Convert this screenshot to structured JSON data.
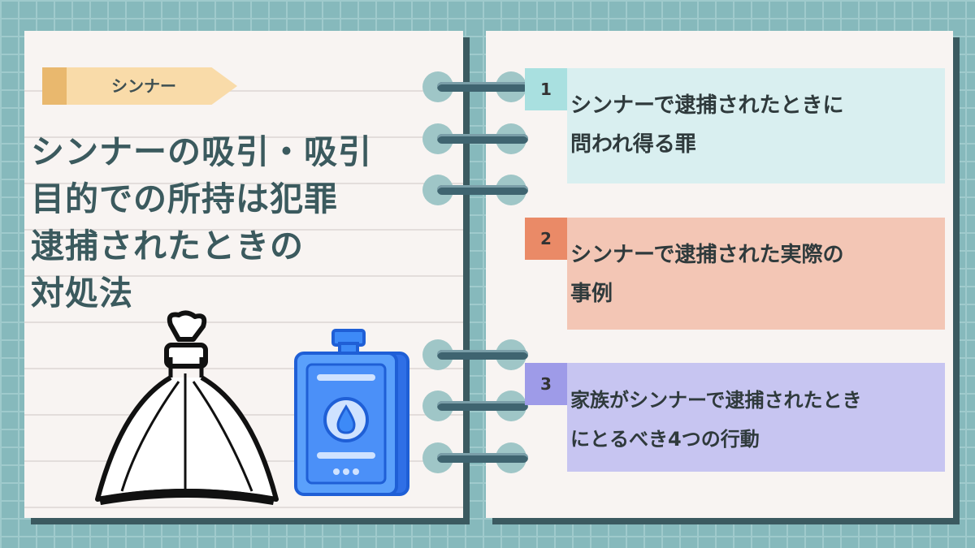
{
  "tag": {
    "label": "シンナー"
  },
  "title": {
    "lines": [
      "シンナーの吸引・吸引",
      "目的での所持は犯罪",
      "逮捕されたときの",
      "対処法"
    ]
  },
  "items": [
    {
      "number": "1",
      "lines": [
        "シンナーで逮捕されたときに",
        "問われ得る罪"
      ],
      "color": "#d9eff0",
      "num_color": "#a9e0e0"
    },
    {
      "number": "2",
      "lines": [
        "シンナーで逮捕された実際の",
        "事例"
      ],
      "color": "#f3c6b5",
      "num_color": "#ea8a67"
    },
    {
      "number": "3",
      "lines": [
        "家族がシンナーで逮捕されたとき",
        "にとるべき4つの行動"
      ],
      "color": "#c7c5f1",
      "num_color": "#9e9be8"
    }
  ],
  "icons": [
    "trash-bag-icon",
    "thinner-can-icon"
  ],
  "colors": {
    "background": "#86b9bc",
    "page": "#f8f4f2",
    "title": "#3b5a5e"
  }
}
